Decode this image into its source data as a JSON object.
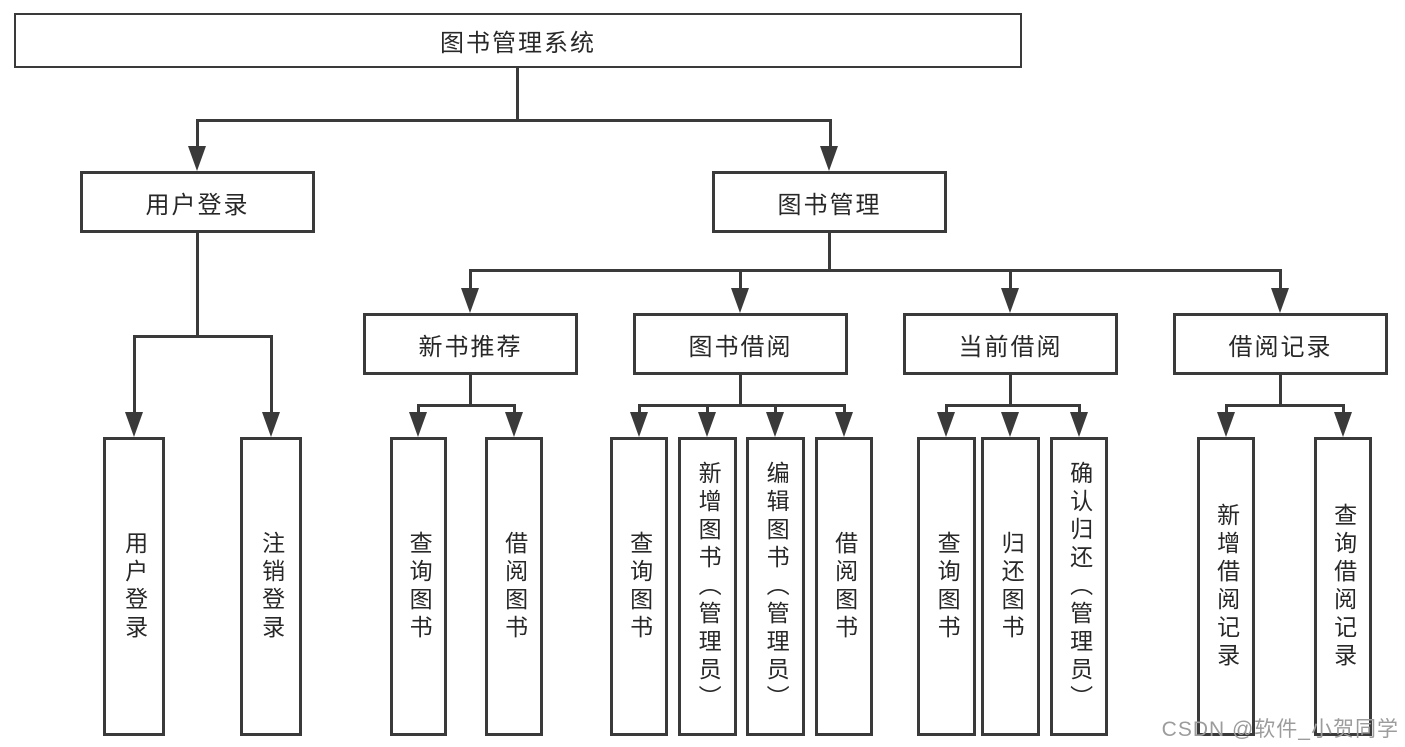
{
  "diagram": {
    "root": {
      "label": "图书管理系统"
    },
    "level2": [
      {
        "label": "用户登录"
      },
      {
        "label": "图书管理"
      }
    ],
    "level3": [
      {
        "label": "新书推荐"
      },
      {
        "label": "图书借阅"
      },
      {
        "label": "当前借阅"
      },
      {
        "label": "借阅记录"
      }
    ],
    "leaves": {
      "user_login": [
        "用户登录",
        "注销登录"
      ],
      "new_book": [
        "查询图书",
        "借阅图书"
      ],
      "book_borrow": [
        "查询图书",
        "新增图书（管理员）",
        "编辑图书（管理员）",
        "借阅图书"
      ],
      "current_borrow": [
        "查询图书",
        "归还图书",
        "确认归还（管理员）"
      ],
      "borrow_records": [
        "新增借阅记录",
        "查询借阅记录"
      ]
    }
  },
  "watermark": {
    "text": "CSDN @软件_小贺同学"
  },
  "colors": {
    "line": "#3a3a3a",
    "text": "#282828",
    "watermark": "#9c9c9c",
    "background": "#ffffff"
  }
}
